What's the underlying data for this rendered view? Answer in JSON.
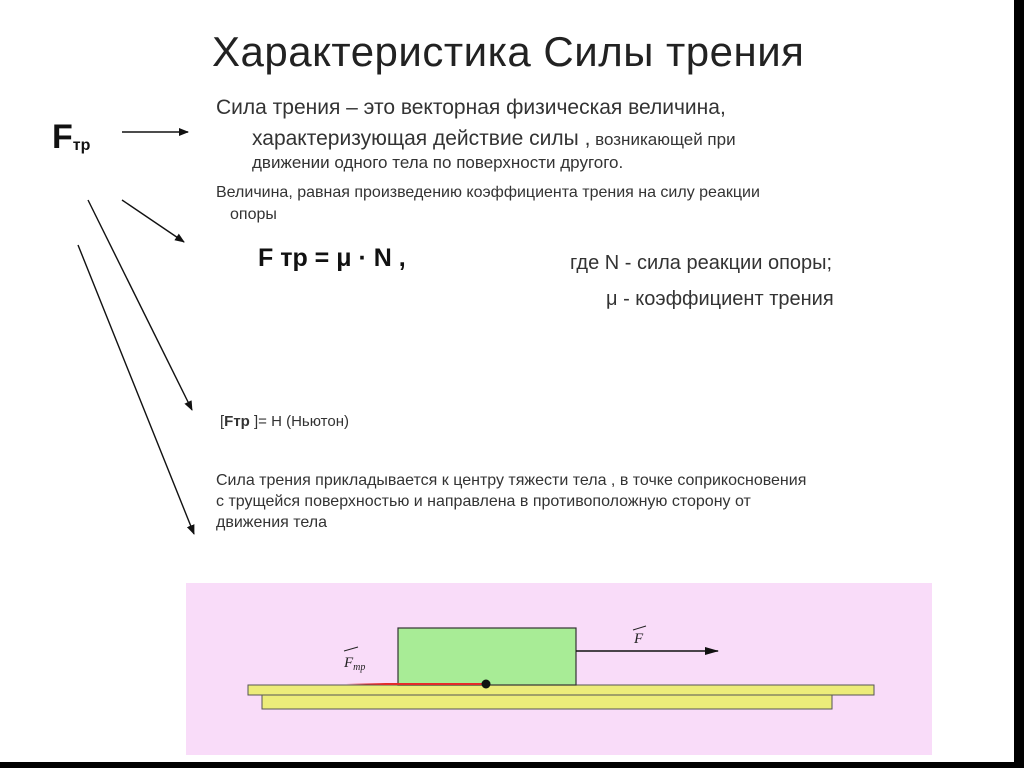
{
  "slide": {
    "title": "Характеристика  Силы трения",
    "symbol": {
      "main": "F",
      "sub": "тр"
    },
    "definition": {
      "line1": "Сила трения – это векторная физическая величина,",
      "line2a": "характеризующая действие силы ,",
      "line2b": " возникающей при",
      "line3": "движении одного тела по поверхности другого."
    },
    "magnitude": {
      "line1": "Величина, равная произведению коэффициента трения на силу реакции",
      "line2": "опоры"
    },
    "formula": "F тр =  μ  ·  N ,",
    "where": {
      "line1": "где  N  - сила реакции опоры;",
      "line2": "μ - коэффициент  трения"
    },
    "unit": {
      "bracket_open": "[",
      "symbol": "Fтр",
      "rest": " ]= Н    (Ньютон)"
    },
    "application": {
      "line1": "Сила трения прикладывается к центру тяжести тела , в точке соприкосновения",
      "line2": "с трущейся поверхностью и направлена в противоположную сторону от",
      "line3": "движения тела"
    },
    "diagram": {
      "label_friction_main": "F",
      "label_friction_sub": "тр",
      "label_force": "F",
      "colors": {
        "background": "#f9dcf9",
        "block": "#a8ec96",
        "surface": "#ecec7a",
        "friction_arrow": "#e32a2a"
      }
    }
  }
}
